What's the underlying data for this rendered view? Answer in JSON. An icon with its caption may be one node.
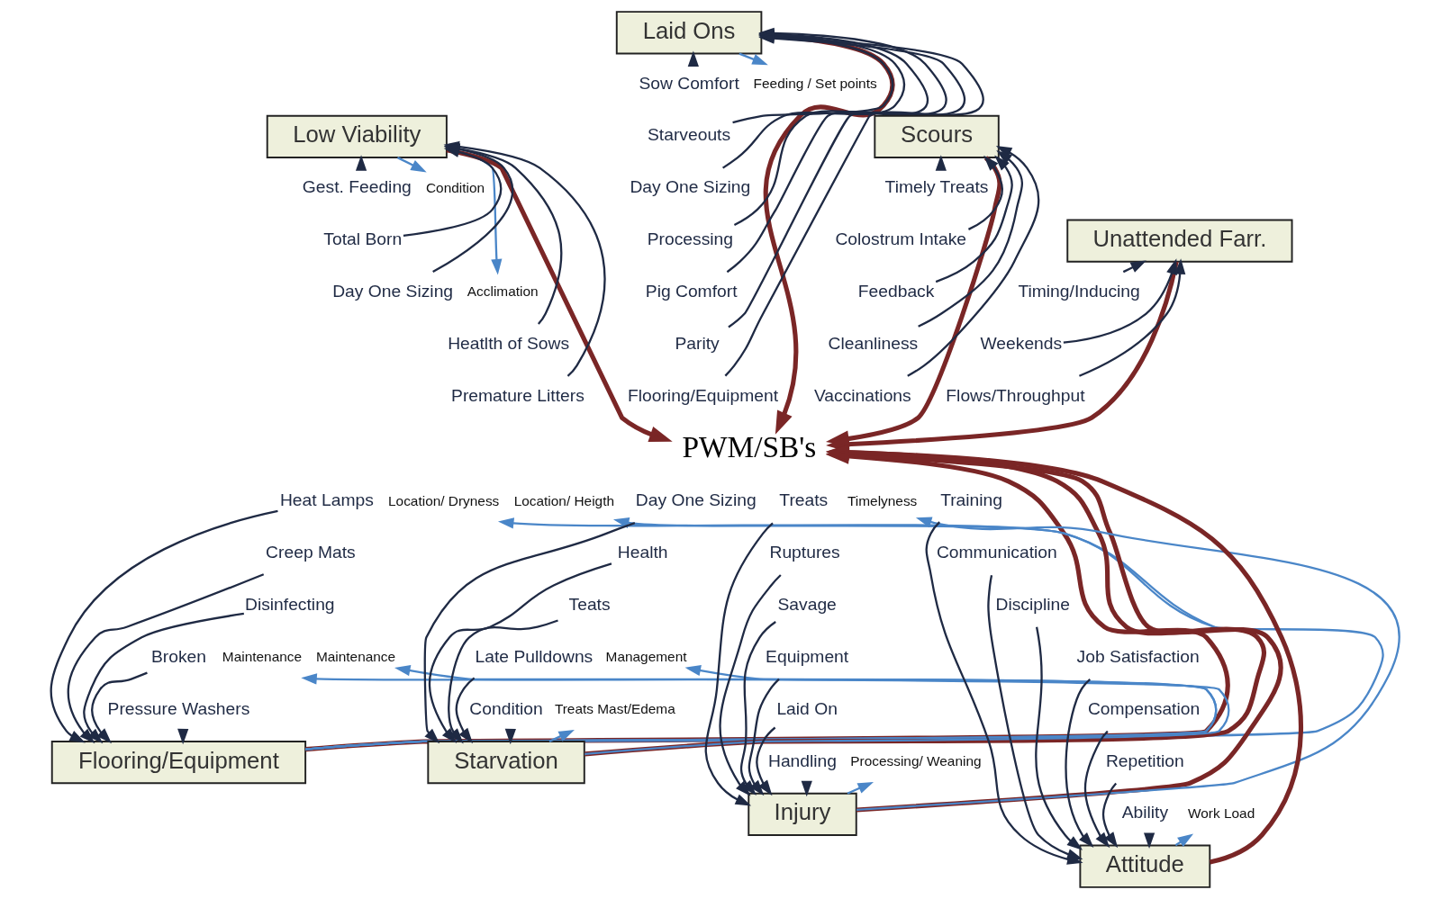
{
  "diagram": {
    "nodes": [
      {
        "text": [
          "Low Viability"
        ]
      },
      {
        "text": [
          "Gest. Feeding"
        ]
      },
      {
        "text": [
          "Condition"
        ]
      },
      {
        "text": [
          "Total Born"
        ]
      },
      {
        "text": [
          "Day One Sizing"
        ]
      },
      {
        "text": [
          "Acclimation"
        ]
      },
      {
        "text": [
          "Heatlth of Sows"
        ]
      },
      {
        "text": [
          "Premature Litters"
        ]
      },
      {
        "text": [
          "Laid Ons"
        ]
      },
      {
        "text": [
          "Feeding / Set points"
        ]
      },
      {
        "text": [
          "Sow Comfort"
        ]
      },
      {
        "text": [
          "Starveouts"
        ]
      },
      {
        "text": [
          "Day One Sizing"
        ]
      },
      {
        "text": [
          "Processing"
        ]
      },
      {
        "text": [
          "Pig Comfort"
        ]
      },
      {
        "text": [
          "Parity"
        ]
      },
      {
        "text": [
          "Flooring/Equipment"
        ]
      },
      {
        "text": [
          "Scours"
        ]
      },
      {
        "text": [
          "Timely Treats"
        ]
      },
      {
        "text": [
          "Colostrum Intake"
        ]
      },
      {
        "text": [
          "Feedback"
        ]
      },
      {
        "text": [
          "Cleanliness"
        ]
      },
      {
        "text": [
          "Vaccinations"
        ]
      },
      {
        "text": [
          "Unattended Farr."
        ]
      },
      {
        "text": [
          "Timing/Inducing"
        ]
      },
      {
        "text": [
          "Weekends"
        ]
      },
      {
        "text": [
          "Flows/Throughput"
        ]
      },
      {
        "text": [
          "PWM/SB's"
        ]
      },
      {
        "text": [
          "Flooring/Equipment"
        ]
      },
      {
        "text": [
          "Location/ Heigth"
        ]
      },
      {
        "text": [
          "Heat Lamps"
        ]
      },
      {
        "text": [
          "Location/ Dryness"
        ]
      },
      {
        "text": [
          "Creep Mats"
        ]
      },
      {
        "text": [
          "Disinfecting"
        ]
      },
      {
        "text": [
          "Broken"
        ]
      },
      {
        "text": [
          "Maintenance"
        ]
      },
      {
        "text": [
          "Maintenance"
        ]
      },
      {
        "text": [
          "Pressure Washers"
        ]
      },
      {
        "text": [
          "Starvation"
        ]
      },
      {
        "text": [
          "Day One Sizing"
        ]
      },
      {
        "text": [
          "Health"
        ]
      },
      {
        "text": [
          "Teats"
        ]
      },
      {
        "text": [
          "Late Pulldowns"
        ]
      },
      {
        "text": [
          "Management"
        ]
      },
      {
        "text": [
          "Condition"
        ]
      },
      {
        "text": [
          "Treats Mast/Edema"
        ]
      },
      {
        "text": [
          "Injury"
        ]
      },
      {
        "text": [
          "Treats"
        ]
      },
      {
        "text": [
          "Timelyness"
        ]
      },
      {
        "text": [
          "Ruptures"
        ]
      },
      {
        "text": [
          "Savage"
        ]
      },
      {
        "text": [
          "Equipment"
        ]
      },
      {
        "text": [
          "Laid On"
        ]
      },
      {
        "text": [
          "Handling"
        ]
      },
      {
        "text": [
          "Processing/ Weaning"
        ]
      },
      {
        "text": [
          "Attitude"
        ]
      },
      {
        "text": [
          "Training"
        ]
      },
      {
        "text": [
          "Communication"
        ]
      },
      {
        "text": [
          "Discipline"
        ]
      },
      {
        "text": [
          "Job Satisfaction"
        ]
      },
      {
        "text": [
          "Compensation"
        ]
      },
      {
        "text": [
          "Repetition"
        ]
      },
      {
        "text": [
          "Ability"
        ]
      },
      {
        "text": [
          "Work Load"
        ]
      }
    ],
    "edges": [
      {
        "from": 1,
        "to": 0,
        "arrow": "to"
      },
      {
        "from": 0,
        "to": 2,
        "arrow": "to",
        "color": "#4a86c8"
      },
      {
        "from": 3,
        "to": 0,
        "arrow": "to"
      },
      {
        "from": 4,
        "to": 0,
        "arrow": "to"
      },
      {
        "from": 0,
        "to": 5,
        "arrow": "to",
        "color": "#4a86c8"
      },
      {
        "from": 6,
        "to": 0,
        "arrow": "to"
      },
      {
        "from": 7,
        "to": 0,
        "arrow": "to"
      },
      {
        "from": 0,
        "to": 27,
        "arrow": "to",
        "style": "thick",
        "color": "#7a2626"
      },
      {
        "from": 8,
        "to": 9,
        "arrow": "to",
        "color": "#4a86c8"
      },
      {
        "from": 10,
        "to": 8,
        "arrow": "to"
      },
      {
        "from": 11,
        "to": 8,
        "arrow": "to"
      },
      {
        "from": 12,
        "to": 8,
        "arrow": "to"
      },
      {
        "from": 13,
        "to": 8,
        "arrow": "to"
      },
      {
        "from": 14,
        "to": 8,
        "arrow": "to"
      },
      {
        "from": 15,
        "to": 8,
        "arrow": "to"
      },
      {
        "from": 16,
        "to": 8,
        "arrow": "to"
      },
      {
        "from": 8,
        "to": 27,
        "arrow": "to",
        "style": "thick",
        "color": "#7a2626"
      },
      {
        "from": 18,
        "to": 17,
        "arrow": "to"
      },
      {
        "from": 19,
        "to": 17,
        "arrow": "to"
      },
      {
        "from": 20,
        "to": 17,
        "arrow": "to"
      },
      {
        "from": 21,
        "to": 17,
        "arrow": "to"
      },
      {
        "from": 22,
        "to": 17,
        "arrow": "to"
      },
      {
        "from": 17,
        "to": 27,
        "arrow": "to",
        "style": "thick",
        "color": "#7a2626"
      },
      {
        "from": 24,
        "to": 23,
        "arrow": "to"
      },
      {
        "from": 25,
        "to": 23,
        "arrow": "to"
      },
      {
        "from": 26,
        "to": 23,
        "arrow": "to"
      },
      {
        "from": 23,
        "to": 27,
        "arrow": "to",
        "style": "thick",
        "color": "#7a2626"
      },
      {
        "from": 28,
        "to": 29,
        "arrow": "to",
        "color": "#4a86c8"
      },
      {
        "from": 30,
        "to": 28,
        "arrow": "to"
      },
      {
        "from": 28,
        "to": 31,
        "arrow": "to",
        "color": "#4a86c8"
      },
      {
        "from": 32,
        "to": 28,
        "arrow": "to"
      },
      {
        "from": 33,
        "to": 28,
        "arrow": "to"
      },
      {
        "from": 34,
        "to": 28,
        "arrow": "to"
      },
      {
        "from": 28,
        "to": 35,
        "arrow": "to",
        "color": "#4a86c8"
      },
      {
        "from": 28,
        "to": 36,
        "arrow": "to",
        "color": "#4a86c8"
      },
      {
        "from": 37,
        "to": 28,
        "arrow": "to"
      },
      {
        "from": 28,
        "to": 27,
        "arrow": "to",
        "style": "thick",
        "color": "#7a2626"
      },
      {
        "from": 39,
        "to": 38,
        "arrow": "to"
      },
      {
        "from": 40,
        "to": 38,
        "arrow": "to"
      },
      {
        "from": 41,
        "to": 38,
        "arrow": "to"
      },
      {
        "from": 42,
        "to": 38,
        "arrow": "to"
      },
      {
        "from": 38,
        "to": 43,
        "arrow": "to",
        "color": "#4a86c8"
      },
      {
        "from": 44,
        "to": 38,
        "arrow": "to"
      },
      {
        "from": 38,
        "to": 45,
        "arrow": "to",
        "color": "#4a86c8"
      },
      {
        "from": 38,
        "to": 27,
        "arrow": "to",
        "style": "thick",
        "color": "#7a2626"
      },
      {
        "from": 47,
        "to": 46,
        "arrow": "to"
      },
      {
        "from": 46,
        "to": 48,
        "arrow": "to",
        "color": "#4a86c8"
      },
      {
        "from": 49,
        "to": 46,
        "arrow": "to"
      },
      {
        "from": 50,
        "to": 46,
        "arrow": "to"
      },
      {
        "from": 51,
        "to": 46,
        "arrow": "to"
      },
      {
        "from": 52,
        "to": 46,
        "arrow": "to"
      },
      {
        "from": 53,
        "to": 46,
        "arrow": "to"
      },
      {
        "from": 46,
        "to": 54,
        "arrow": "to",
        "color": "#4a86c8"
      },
      {
        "from": 46,
        "to": 27,
        "arrow": "to",
        "style": "thick",
        "color": "#7a2626"
      },
      {
        "from": 56,
        "to": 55,
        "arrow": "to"
      },
      {
        "from": 57,
        "to": 55,
        "arrow": "to"
      },
      {
        "from": 58,
        "to": 55,
        "arrow": "to"
      },
      {
        "from": 59,
        "to": 55,
        "arrow": "to"
      },
      {
        "from": 60,
        "to": 55,
        "arrow": "to"
      },
      {
        "from": 61,
        "to": 55,
        "arrow": "to"
      },
      {
        "from": 62,
        "to": 55,
        "arrow": "to"
      },
      {
        "from": 55,
        "to": 63,
        "arrow": "to",
        "color": "#4a86c8"
      },
      {
        "from": 55,
        "to": 27,
        "arrow": "to",
        "style": "thick",
        "color": "#7a2626"
      }
    ]
  }
}
